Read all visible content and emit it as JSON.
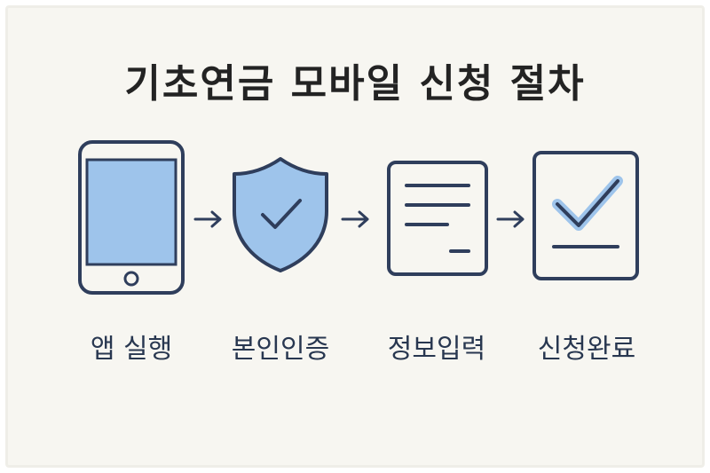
{
  "title": "기초연금 모바일 신청 절차",
  "colors": {
    "stroke": "#2f3e5c",
    "fill": "#9ec4eb",
    "background": "#f7f6f1"
  },
  "steps": [
    {
      "icon": "smartphone-icon",
      "label": "앱 실행"
    },
    {
      "icon": "shield-check-icon",
      "label": "본인인증"
    },
    {
      "icon": "document-icon",
      "label": "정보입력"
    },
    {
      "icon": "checkmark-box-icon",
      "label": "신청완료"
    }
  ]
}
